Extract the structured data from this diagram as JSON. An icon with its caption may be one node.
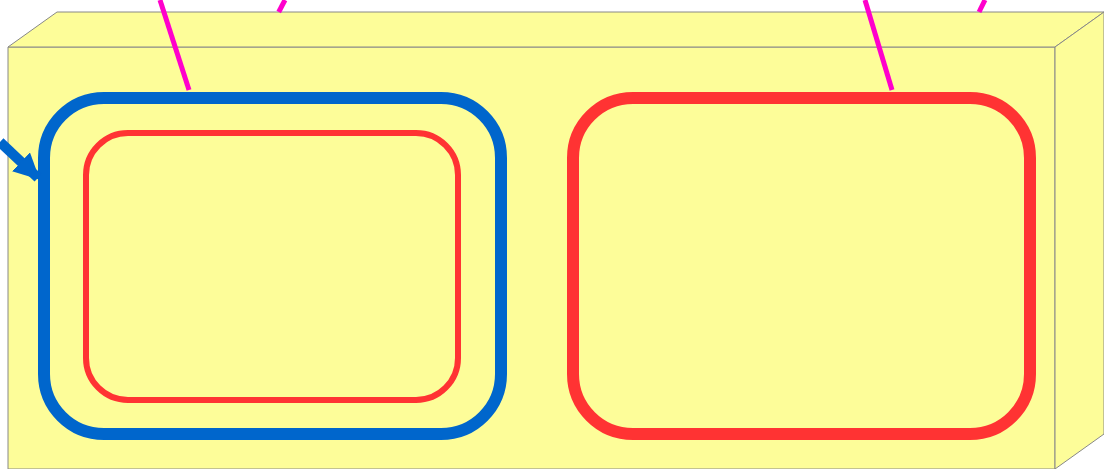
{
  "diagram": {
    "nodes": [
      {
        "text": [],
        "shape": "box"
      },
      {
        "text": [],
        "shape": "box",
        "in": 0
      },
      {
        "text": [],
        "shape": "box",
        "in": 1
      },
      {
        "text": [],
        "shape": "box",
        "in": 0
      }
    ],
    "edges": [
      {
        "from": null,
        "to": 1,
        "arrow": "to",
        "style": "thick",
        "color": "#0066cc"
      },
      {
        "from": null,
        "to": 1,
        "arrow": "none"
      },
      {
        "from": null,
        "to": 0,
        "arrow": "none"
      },
      {
        "from": null,
        "to": 3,
        "arrow": "none"
      },
      {
        "from": null,
        "to": 0,
        "arrow": "none"
      }
    ]
  }
}
